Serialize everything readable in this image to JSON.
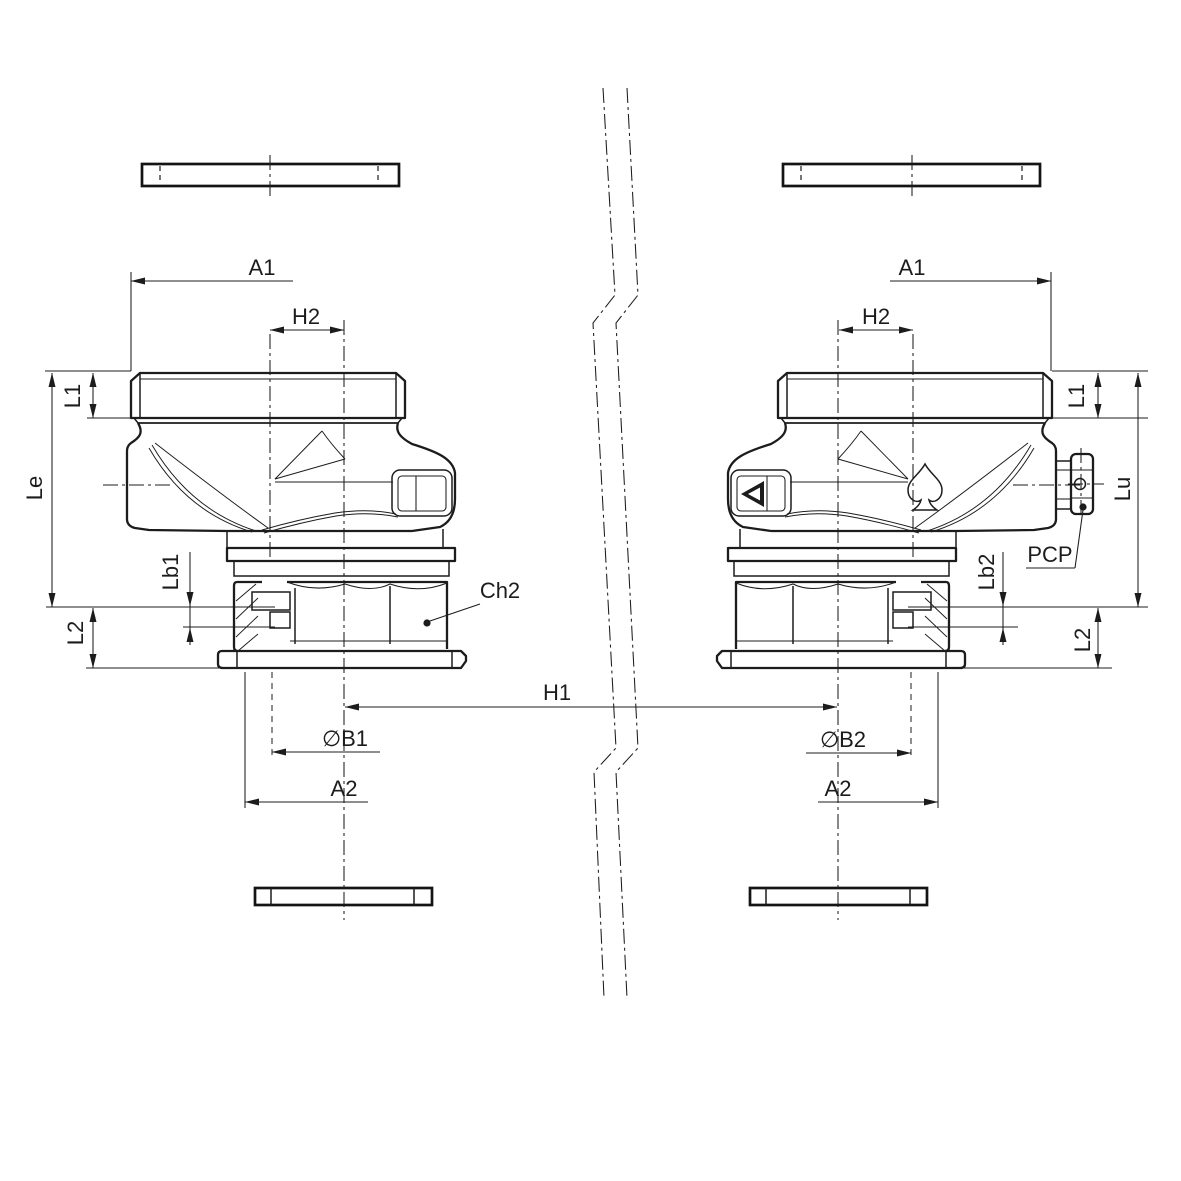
{
  "drawing": {
    "kind": "valve-installation-technical-drawing",
    "background_color": "#ffffff",
    "line_color": "#1c1c1c",
    "labels": {
      "left": {
        "a1": "A1",
        "h2": "H2",
        "l1": "L1",
        "le": "Le",
        "lb1": "Lb1",
        "l2": "L2",
        "ch2": "Ch2",
        "b1": "∅B1",
        "a2": "A2"
      },
      "right": {
        "a1": "A1",
        "h2": "H2",
        "l1": "L1",
        "lu": "Lu",
        "lb2": "Lb2",
        "l2": "L2",
        "pcp": "PCP",
        "b2": "∅B2",
        "a2": "A2"
      },
      "shared": {
        "h1": "H1"
      }
    },
    "symbols": {
      "spade_mark": "spade-brand-icon",
      "flow_marker": "left-chevron-flow-icon"
    }
  }
}
